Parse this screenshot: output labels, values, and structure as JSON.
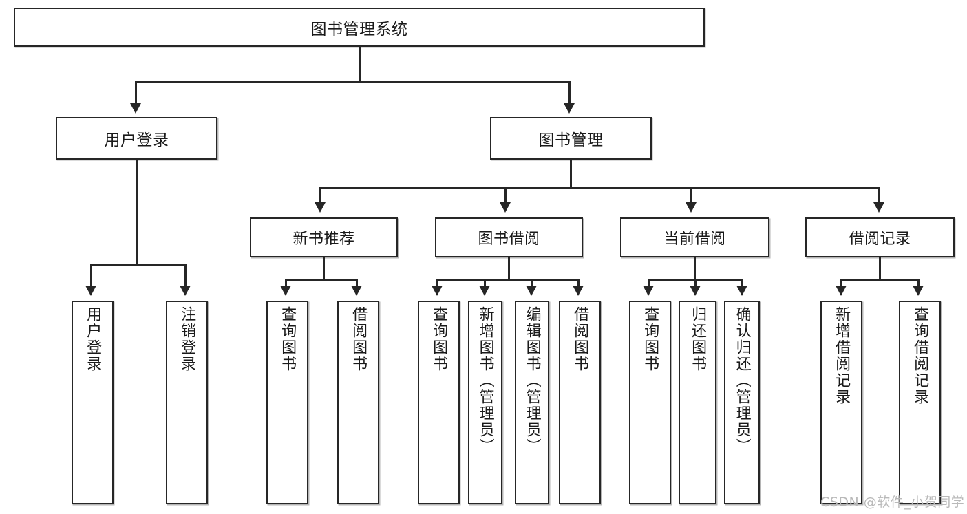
{
  "diagram": {
    "title": "图书管理系统",
    "type": "hierarchy-tree",
    "root": {
      "label": "图书管理系统",
      "children": [
        {
          "label": "用户登录",
          "children": [
            {
              "label": "用户登录"
            },
            {
              "label": "注销登录"
            }
          ]
        },
        {
          "label": "图书管理",
          "children": [
            {
              "label": "新书推荐",
              "children": [
                {
                  "label": "查询图书"
                },
                {
                  "label": "借阅图书"
                }
              ]
            },
            {
              "label": "图书借阅",
              "children": [
                {
                  "label": "查询图书"
                },
                {
                  "label": "新增图书（管理员）"
                },
                {
                  "label": "编辑图书（管理员）"
                },
                {
                  "label": "借阅图书"
                }
              ]
            },
            {
              "label": "当前借阅",
              "children": [
                {
                  "label": "查询图书"
                },
                {
                  "label": "归还图书"
                },
                {
                  "label": "确认归还（管理员）"
                }
              ]
            },
            {
              "label": "借阅记录",
              "children": [
                {
                  "label": "新增借阅记录"
                },
                {
                  "label": "查询借阅记录"
                }
              ]
            }
          ]
        }
      ]
    }
  },
  "nodes": {
    "root": "图书管理系统",
    "l2": {
      "user_login": "用户登录",
      "book_manage": "图书管理"
    },
    "l3": {
      "new_book_rec": "新书推荐",
      "book_borrow": "图书借阅",
      "current_borrow": "当前借阅",
      "borrow_record": "借阅记录"
    },
    "leaves": {
      "user_login_1": "用户登录",
      "user_login_2": "注销登录",
      "new_book_1": "查询图书",
      "new_book_2": "借阅图书",
      "borrow_1": "查询图书",
      "borrow_2": "新增图书（管理员）",
      "borrow_3": "编辑图书（管理员）",
      "borrow_4": "借阅图书",
      "current_1": "查询图书",
      "current_2": "归还图书",
      "current_3": "确认归还（管理员）",
      "record_1": "新增借阅记录",
      "record_2": "查询借阅记录"
    }
  },
  "watermark": {
    "text": "CSDN @软件_小贺同学"
  },
  "colors": {
    "stroke": "#262626",
    "fill": "#ffffff",
    "text": "#1a1a1a",
    "watermark": "#b9b9b9"
  }
}
